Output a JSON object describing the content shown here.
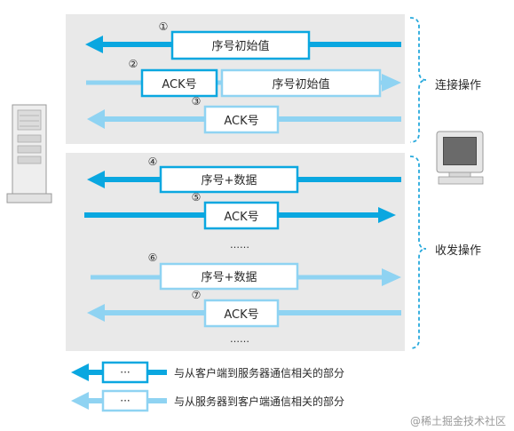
{
  "steps": [
    {
      "num": "①",
      "labels": [
        "序号初始值"
      ],
      "direction": "left",
      "color": "dark"
    },
    {
      "num": "②",
      "labels": [
        "ACK号",
        "序号初始值"
      ],
      "direction": "right",
      "color": "mixed"
    },
    {
      "num": "③",
      "labels": [
        "ACK号"
      ],
      "direction": "left",
      "color": "light"
    },
    {
      "num": "④",
      "labels": [
        "序号+数据"
      ],
      "direction": "left",
      "color": "dark"
    },
    {
      "num": "⑤",
      "labels": [
        "ACK号"
      ],
      "direction": "right",
      "color": "dark"
    },
    {
      "num": "⑥",
      "labels": [
        "序号+数据"
      ],
      "direction": "right",
      "color": "light"
    },
    {
      "num": "⑦",
      "labels": [
        "ACK号"
      ],
      "direction": "left",
      "color": "light"
    }
  ],
  "ellipsis": "……",
  "sections": {
    "connect": "连接操作",
    "transfer": "收发操作"
  },
  "legend": [
    {
      "box": "···",
      "text": "与从客户端到服务器通信相关的部分",
      "color": "dark"
    },
    {
      "box": "···",
      "text": "与从服务器到客户端通信相关的部分",
      "color": "light"
    }
  ],
  "watermark": "@稀土掘金技术社区",
  "colors": {
    "dark": "#0aa7e0",
    "light": "#8fd3f2",
    "panel": "#e9e9e9",
    "bracket": "#27a9dc"
  }
}
